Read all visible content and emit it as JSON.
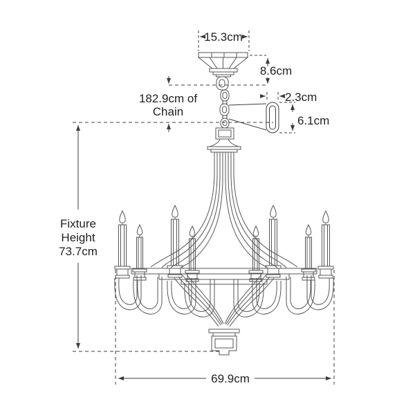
{
  "labels": {
    "canopy_width": "15.3cm",
    "canopy_height": "8.6cm",
    "chain_length_line1": "182.9cm of",
    "chain_length_line2": "Chain",
    "chain_link_width": "2.3cm",
    "chain_link_height": "6.1cm",
    "fixture_height_line1": "Fixture",
    "fixture_height_line2": "Height",
    "fixture_height_line3": "73.7cm",
    "fixture_width": "69.9cm"
  },
  "colors": {
    "background": "#ffffff",
    "drawing_line": "#555555",
    "dimension_line": "#3c3c3c",
    "text": "#1f1f1f"
  }
}
